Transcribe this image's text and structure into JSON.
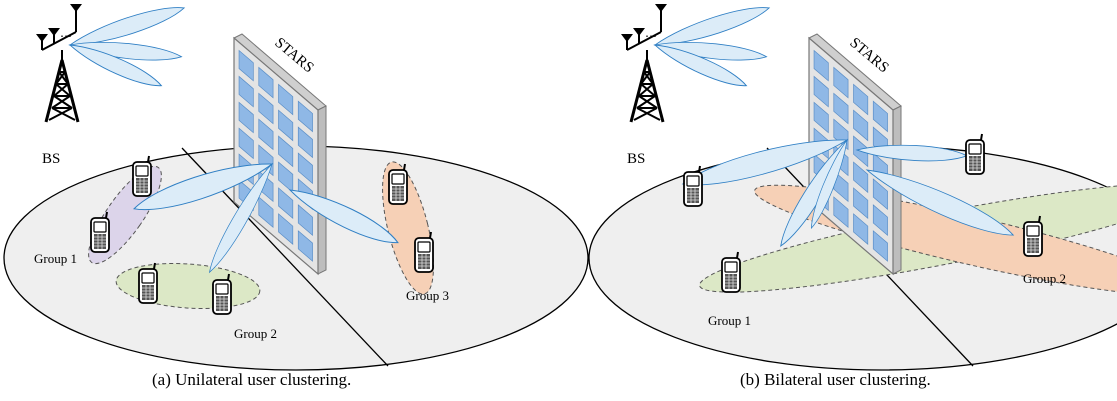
{
  "panels": [
    {
      "id": "a",
      "bs_label": "BS",
      "stars_label": "STARS",
      "groups": [
        {
          "label": "Group 1"
        },
        {
          "label": "Group 2"
        },
        {
          "label": "Group 3"
        }
      ],
      "caption": "(a) Unilateral user clustering."
    },
    {
      "id": "b",
      "bs_label": "BS",
      "stars_label": "STARS",
      "groups": [
        {
          "label": "Group 1"
        },
        {
          "label": "Group 2"
        }
      ],
      "caption": "(b) Bilateral user clustering."
    }
  ],
  "colors": {
    "floor": "#efefef",
    "beam_fill": "#dcecf8",
    "beam_stroke": "#2f7fc4",
    "group_purple": "#dcd4ea",
    "group_green": "#dce8c6",
    "group_orange": "#f6d0b6",
    "panel_cell": "#8fb8e6"
  }
}
